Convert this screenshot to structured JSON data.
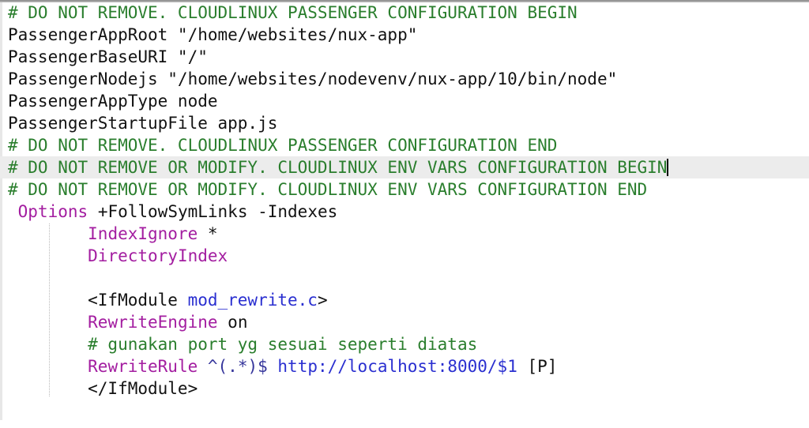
{
  "editor": {
    "kind": "htaccess-config-editor",
    "highlight_color": "#ececec",
    "colors": {
      "comment": "#2a7e2d",
      "keyword": "#a31da0",
      "blue": "#2a2fd0",
      "regex": "#35359b",
      "plain": "#121212"
    },
    "lines": [
      {
        "tokens": [
          {
            "t": "# DO NOT REMOVE. CLOUDLINUX PASSENGER CONFIGURATION BEGIN",
            "c": "comment"
          }
        ]
      },
      {
        "tokens": [
          {
            "t": "PassengerAppRoot \"/home/websites/nux-app\"",
            "c": "plain"
          }
        ]
      },
      {
        "tokens": [
          {
            "t": "PassengerBaseURI \"/\"",
            "c": "plain"
          }
        ]
      },
      {
        "tokens": [
          {
            "t": "PassengerNodejs \"/home/websites/nodevenv/nux-app/10/bin/node\"",
            "c": "plain"
          }
        ]
      },
      {
        "tokens": [
          {
            "t": "PassengerAppType node",
            "c": "plain"
          }
        ]
      },
      {
        "tokens": [
          {
            "t": "PassengerStartupFile app.js",
            "c": "plain"
          }
        ]
      },
      {
        "tokens": [
          {
            "t": "# DO NOT REMOVE. CLOUDLINUX PASSENGER CONFIGURATION END",
            "c": "comment"
          }
        ]
      },
      {
        "highlight": true,
        "cursor": true,
        "tokens": [
          {
            "t": "# DO NOT REMOVE OR MODIFY. CLOUDLINUX ENV VARS CONFIGURATION BEGIN",
            "c": "comment"
          }
        ]
      },
      {
        "tokens": [
          {
            "t": "# DO NOT REMOVE OR MODIFY. CLOUDLINUX ENV VARS CONFIGURATION END",
            "c": "comment"
          }
        ]
      },
      {
        "tokens": [
          {
            "t": " ",
            "c": "plain"
          },
          {
            "t": "Options",
            "c": "keyword"
          },
          {
            "t": " +FollowSymLinks -Indexes",
            "c": "plain"
          }
        ]
      },
      {
        "tokens": [
          {
            "t": "        ",
            "c": "plain"
          },
          {
            "t": "IndexIgnore",
            "c": "keyword"
          },
          {
            "t": " *",
            "c": "plain"
          }
        ]
      },
      {
        "tokens": [
          {
            "t": "        ",
            "c": "plain"
          },
          {
            "t": "DirectoryIndex",
            "c": "keyword"
          }
        ]
      },
      {
        "tokens": []
      },
      {
        "tokens": [
          {
            "t": "        <IfModule ",
            "c": "plain"
          },
          {
            "t": "mod_rewrite.c",
            "c": "blue"
          },
          {
            "t": ">",
            "c": "plain"
          }
        ]
      },
      {
        "tokens": [
          {
            "t": "        ",
            "c": "plain"
          },
          {
            "t": "RewriteEngine",
            "c": "keyword"
          },
          {
            "t": " on",
            "c": "plain"
          }
        ]
      },
      {
        "tokens": [
          {
            "t": "        # gunakan port yg sesuai seperti diatas",
            "c": "comment"
          }
        ]
      },
      {
        "tokens": [
          {
            "t": "        ",
            "c": "plain"
          },
          {
            "t": "RewriteRule",
            "c": "keyword"
          },
          {
            "t": " ",
            "c": "plain"
          },
          {
            "t": "^(.*)$",
            "c": "regex"
          },
          {
            "t": " ",
            "c": "plain"
          },
          {
            "t": "http://localhost:8000/$1",
            "c": "blue"
          },
          {
            "t": " [P]",
            "c": "plain"
          }
        ]
      },
      {
        "tokens": [
          {
            "t": "        </IfModule>",
            "c": "plain"
          }
        ]
      }
    ]
  }
}
